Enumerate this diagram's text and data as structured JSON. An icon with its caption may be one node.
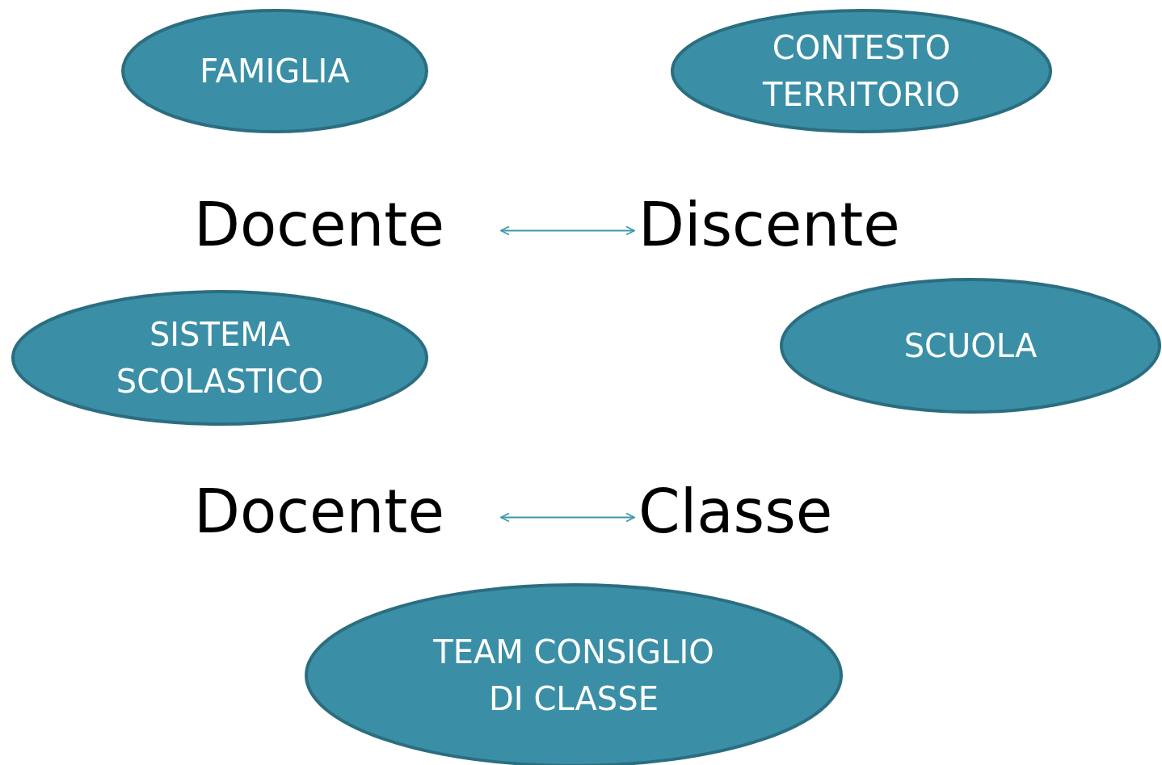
{
  "diagram": {
    "nodes": [
      {
        "text": [
          "FAMIGLIA"
        ]
      },
      {
        "text": [
          "CONTESTO TERRITORIO"
        ]
      },
      {
        "text": [
          "Docente"
        ]
      },
      {
        "text": [
          "Discente"
        ]
      },
      {
        "text": [
          "SISTEMA SCOLASTICO"
        ]
      },
      {
        "text": [
          "SCUOLA"
        ]
      },
      {
        "text": [
          "Docente"
        ]
      },
      {
        "text": [
          "Classe"
        ]
      },
      {
        "text": [
          "TEAM CONSIGLIO DI CLASSE"
        ]
      }
    ],
    "edges": [
      {
        "from": 2,
        "to": 3,
        "arrow": "both"
      },
      {
        "from": 6,
        "to": 7,
        "arrow": "both"
      }
    ]
  }
}
